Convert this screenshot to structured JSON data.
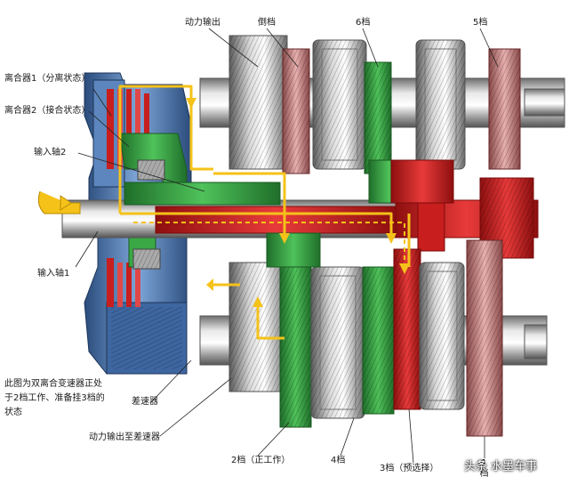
{
  "labels": {
    "power_output": "动力输出",
    "reverse_gear": "倒档",
    "gear6": "6档",
    "gear5": "5档",
    "clutch1": "离合器1（分离状态）",
    "clutch2": "离合器2（接合状态）",
    "input_shaft2": "输入轴2",
    "input_shaft1": "输入轴1",
    "differential": "差速器",
    "output_to_diff": "动力输出至差速器",
    "gear2": "2档（正工作）",
    "gear4": "4档",
    "gear3": "3档（预选择）",
    "gear1": "1档"
  },
  "note": "此图为双离合变速器正处于2档工作、准备挂3档的状态",
  "watermark": "头条 水墨车事",
  "colors": {
    "power_path": "#f5c21a",
    "active_gear_green": "#3aa845",
    "preselect_red": "#d42424",
    "clutch_blue": "#4a78b4"
  }
}
